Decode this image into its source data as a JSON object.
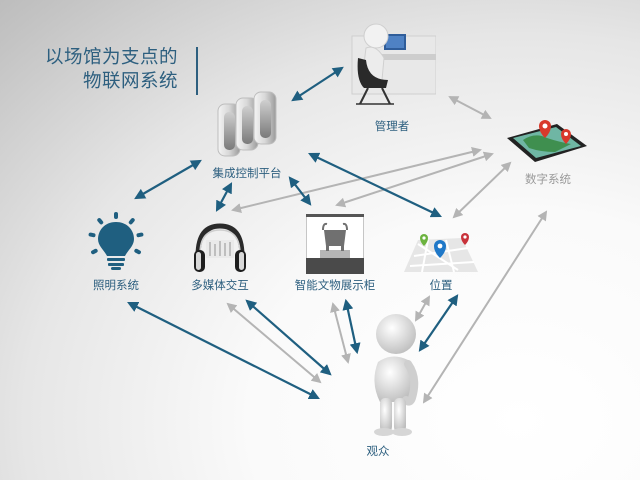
{
  "title": {
    "line1": "以场馆为支点的",
    "line2": "物联网系统",
    "color": "#2d5f7f"
  },
  "nodes": {
    "control_platform": {
      "label": "集成控制平台",
      "icon": "server-icon"
    },
    "admin": {
      "label": "管理者",
      "icon": "person-at-desk-icon"
    },
    "digital_system": {
      "label": "数字系统",
      "icon": "tablet-map-icon"
    },
    "lighting": {
      "label": "照明系统",
      "icon": "lightbulb-icon"
    },
    "multimedia": {
      "label": "多媒体交互",
      "icon": "headphones-icon"
    },
    "display_case": {
      "label": "智能文物展示柜",
      "icon": "artifact-display-case-icon"
    },
    "location": {
      "label": "位置",
      "icon": "map-pins-icon"
    },
    "visitor": {
      "label": "观众",
      "icon": "person-figure-icon"
    }
  },
  "colors": {
    "primary_arrow": "#1f5f80",
    "secondary_arrow": "#b4b4b4",
    "label": "#2d5f7f",
    "label_muted": "#9a9a9a"
  },
  "connections": {
    "primary": [
      {
        "from": "集成控制平台",
        "to": "管理者"
      },
      {
        "from": "集成控制平台",
        "to": "照明系统"
      },
      {
        "from": "集成控制平台",
        "to": "多媒体交互"
      },
      {
        "from": "集成控制平台",
        "to": "智能文物展示柜"
      },
      {
        "from": "集成控制平台",
        "to": "位置"
      },
      {
        "from": "照明系统",
        "to": "观众"
      },
      {
        "from": "多媒体交互",
        "to": "观众"
      },
      {
        "from": "智能文物展示柜",
        "to": "观众"
      },
      {
        "from": "位置",
        "to": "观众"
      }
    ],
    "secondary": [
      {
        "from": "管理者",
        "to": "数字系统"
      },
      {
        "from": "数字系统",
        "to": "多媒体交互"
      },
      {
        "from": "数字系统",
        "to": "智能文物展示柜"
      },
      {
        "from": "数字系统",
        "to": "位置"
      },
      {
        "from": "数字系统",
        "to": "观众"
      },
      {
        "from": "多媒体交互",
        "to": "观众"
      },
      {
        "from": "智能文物展示柜",
        "to": "观众"
      },
      {
        "from": "位置",
        "to": "观众"
      }
    ]
  }
}
